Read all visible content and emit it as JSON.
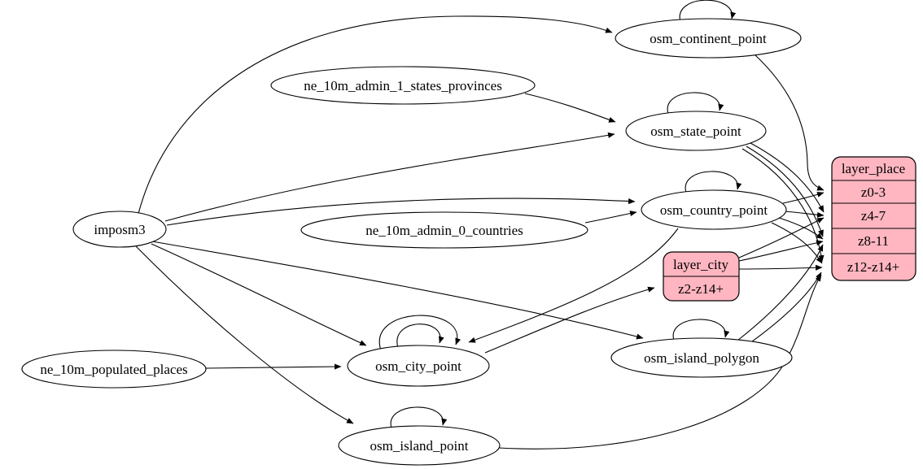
{
  "diagram": {
    "type": "etl-graph",
    "nodes": {
      "imposm3": {
        "label": "imposm3"
      },
      "ne_states_provinces": {
        "label": "ne_10m_admin_1_states_provinces"
      },
      "ne_countries": {
        "label": "ne_10m_admin_0_countries"
      },
      "ne_populated_places": {
        "label": "ne_10m_populated_places"
      },
      "continent": {
        "label": "osm_continent_point"
      },
      "state": {
        "label": "osm_state_point"
      },
      "country": {
        "label": "osm_country_point"
      },
      "city": {
        "label": "osm_city_point"
      },
      "island_polygon": {
        "label": "osm_island_polygon"
      },
      "island_point": {
        "label": "osm_island_point"
      }
    },
    "records": {
      "layer_city": {
        "title": "layer_city",
        "rows": [
          "z2-z14+"
        ]
      },
      "layer_place": {
        "title": "layer_place",
        "rows": [
          "z0-3",
          "z4-7",
          "z8-11",
          "z12-z14+"
        ]
      }
    },
    "edges": [
      {
        "from": "imposm3",
        "to": "osm_continent_point"
      },
      {
        "from": "imposm3",
        "to": "osm_state_point"
      },
      {
        "from": "imposm3",
        "to": "osm_country_point"
      },
      {
        "from": "imposm3",
        "to": "osm_city_point"
      },
      {
        "from": "imposm3",
        "to": "osm_island_polygon"
      },
      {
        "from": "imposm3",
        "to": "osm_island_point"
      },
      {
        "from": "ne_10m_admin_1_states_provinces",
        "to": "osm_state_point"
      },
      {
        "from": "ne_10m_admin_0_countries",
        "to": "osm_country_point"
      },
      {
        "from": "ne_10m_populated_places",
        "to": "osm_city_point"
      },
      {
        "from": "osm_continent_point",
        "to": "osm_continent_point",
        "self_loop": true
      },
      {
        "from": "osm_state_point",
        "to": "osm_state_point",
        "self_loop": true
      },
      {
        "from": "osm_country_point",
        "to": "osm_country_point",
        "self_loop": true
      },
      {
        "from": "osm_city_point",
        "to": "osm_city_point",
        "self_loop": true
      },
      {
        "from": "osm_city_point",
        "to": "osm_city_point",
        "self_loop": true
      },
      {
        "from": "osm_island_polygon",
        "to": "osm_island_polygon",
        "self_loop": true
      },
      {
        "from": "osm_island_point",
        "to": "osm_island_point",
        "self_loop": true
      },
      {
        "from": "osm_country_point",
        "to": "osm_city_point"
      },
      {
        "from": "osm_city_point",
        "to": "layer_city:z2-z14+"
      },
      {
        "from": "osm_continent_point",
        "to": "layer_place:z0-3"
      },
      {
        "from": "osm_country_point",
        "to": "layer_place:z0-3"
      },
      {
        "from": "osm_country_point",
        "to": "layer_place:z4-7"
      },
      {
        "from": "osm_country_point",
        "to": "layer_place:z8-11"
      },
      {
        "from": "osm_country_point",
        "to": "layer_place:z12-z14+"
      },
      {
        "from": "osm_state_point",
        "to": "layer_place:z4-7"
      },
      {
        "from": "osm_state_point",
        "to": "layer_place:z8-11"
      },
      {
        "from": "osm_state_point",
        "to": "layer_place:z12-z14+"
      },
      {
        "from": "layer_city",
        "to": "layer_place:z4-7"
      },
      {
        "from": "layer_city",
        "to": "layer_place:z8-11"
      },
      {
        "from": "layer_city",
        "to": "layer_place:z12-z14+"
      },
      {
        "from": "osm_island_polygon",
        "to": "layer_place:z8-11"
      },
      {
        "from": "osm_island_polygon",
        "to": "layer_place:z12-z14+"
      },
      {
        "from": "osm_island_point",
        "to": "layer_place:z12-z14+"
      }
    ],
    "colors": {
      "record_fill": "#ffb6c1",
      "node_fill": "#ffffff",
      "stroke": "#000000",
      "background": "#ffffff"
    }
  }
}
